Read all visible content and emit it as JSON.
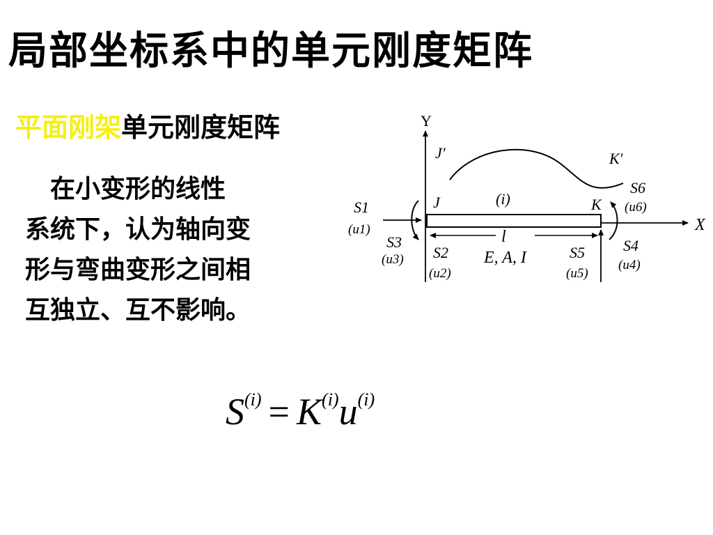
{
  "slide": {
    "title": "局部坐标系中的单元刚度矩阵",
    "subtitle_highlight": "平面刚架",
    "subtitle_rest": "单元刚度矩阵",
    "paragraph_lines": [
      "　在小变形的线性",
      "系统下，认为轴向变",
      "形与弯曲变形之间相",
      "互独立、互不影响。"
    ]
  },
  "colors": {
    "highlight": "#f5ef14",
    "text": "#000000",
    "background": "#ffffff"
  },
  "diagram": {
    "axis_y": "Y",
    "axis_x": "X",
    "node_j": "J",
    "node_k": "K",
    "node_j_deformed": "J′",
    "node_k_deformed": "K′",
    "element_id": "(i)",
    "length": "l",
    "properties": "E, A, I",
    "s1": "S1",
    "u1": "(u1)",
    "s2": "S2",
    "u2": "(u2)",
    "s3": "S3",
    "u3": "(u3)",
    "s4": "S4",
    "u4": "(u4)",
    "s5": "S5",
    "u5": "(u5)",
    "s6": "S6",
    "u6": "(u6)"
  },
  "equation": {
    "s": "S",
    "s_sup": "(i)",
    "equals": "=",
    "k": "K",
    "k_sup": "(i)",
    "u": "u",
    "u_sup": "(i)"
  }
}
